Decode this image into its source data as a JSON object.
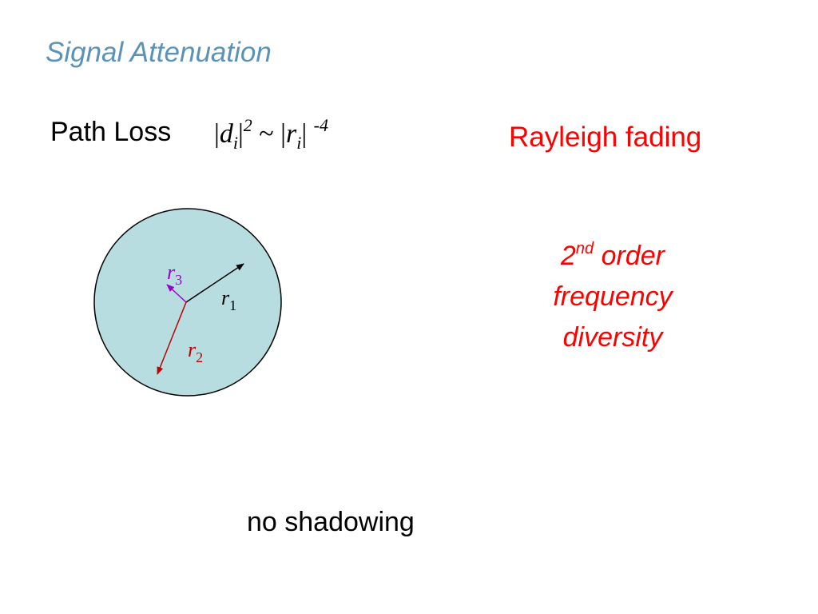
{
  "slide": {
    "title": "Signal Attenuation",
    "path_loss_label": "Path Loss",
    "formula": {
      "d": "d",
      "d_sub": "i",
      "d_exp": "2",
      "tilde": "~",
      "r": "r",
      "r_sub": "i",
      "r_exp": "-4"
    },
    "rayleigh": "Rayleigh fading",
    "order_num": "2",
    "order_sup": "nd",
    "order_word": "order",
    "frequency": "frequency",
    "diversity": "diversity",
    "shadowing": "no shadowing"
  },
  "diagram": {
    "vectors": [
      {
        "name": "r",
        "sub": "1",
        "color": "#000000"
      },
      {
        "name": "r",
        "sub": "2",
        "color": "#c00000"
      },
      {
        "name": "r",
        "sub": "3",
        "color": "#9900cc"
      }
    ],
    "circle_fill": "#b7dde0",
    "circle_stroke": "#000000"
  },
  "colors": {
    "title": "#5b93b8",
    "accent": "#ff0000"
  }
}
